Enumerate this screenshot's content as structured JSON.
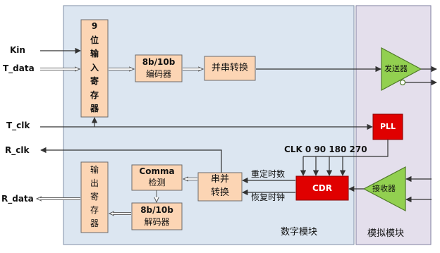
{
  "regions": {
    "digital_label": "数字模块",
    "analog_label": "模拟模块"
  },
  "blocks": {
    "input_register": [
      "9",
      "位",
      "输",
      "入",
      "寄",
      "存",
      "器"
    ],
    "encoder_line1": "8b/10b",
    "encoder_line2": "编码器",
    "serializer": "并串转换",
    "transmitter": "发送器",
    "pll": "PLL",
    "cdr": "CDR",
    "receiver": "接收器",
    "deserializer_line1": "串并",
    "deserializer_line2": "转换",
    "comma_line1": "Comma",
    "comma_line2": "检测",
    "decoder_line1": "8b/10b",
    "decoder_line2": "解码器",
    "output_register": [
      "输",
      "出",
      "寄",
      "存",
      "器"
    ]
  },
  "signals": {
    "kin": "Kin",
    "t_data": "T_data",
    "t_clk": "T_clk",
    "r_clk": "R_clk",
    "r_data": "R_data",
    "clk_phases": "CLK 0 90 180 270",
    "retimed_data": "重定时数",
    "recovered_clock": "恢复时钟"
  },
  "colors": {
    "digital_fill": "#dce6f1",
    "analog_fill": "#e4dfec",
    "block_fill": "#fcd5b4",
    "red_block": "#e00000",
    "triangle_fill": "#92d050"
  }
}
